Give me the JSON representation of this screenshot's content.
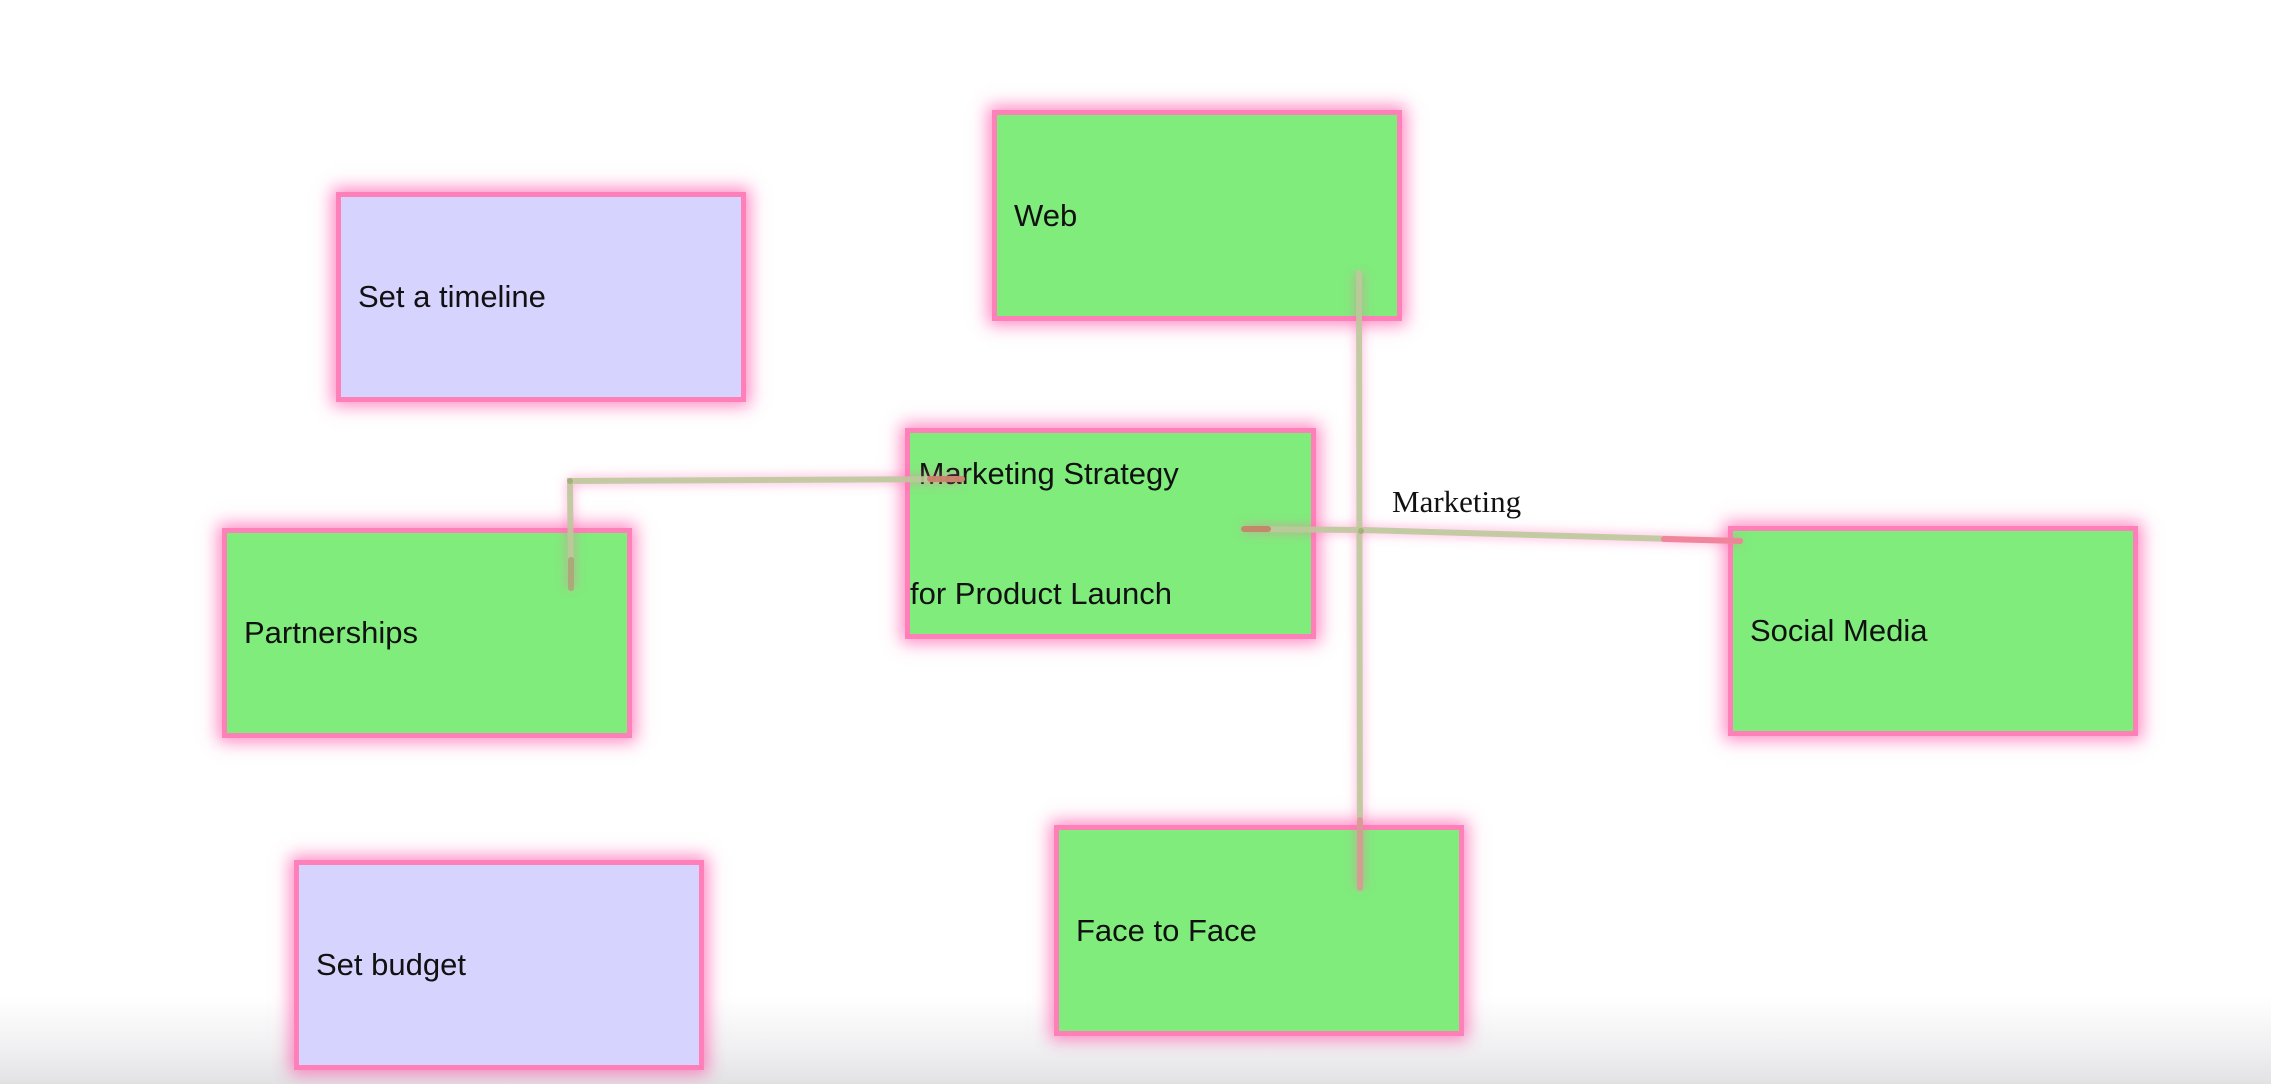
{
  "notes": {
    "web": "Web",
    "timeline": "Set a timeline",
    "central_line1": " Marketing Strategy",
    "central_line2": "for Product Launch",
    "partnerships": "Partnerships",
    "social_media": "Social Media",
    "face_to_face": "Face to Face",
    "budget": "Set budget"
  },
  "connector_label": "Marketing",
  "colors": {
    "topic_note": "#80ec7c",
    "task_note": "#d6d4fe",
    "selection_glow": "#ff5fb0",
    "connector": "#b9c89a"
  }
}
